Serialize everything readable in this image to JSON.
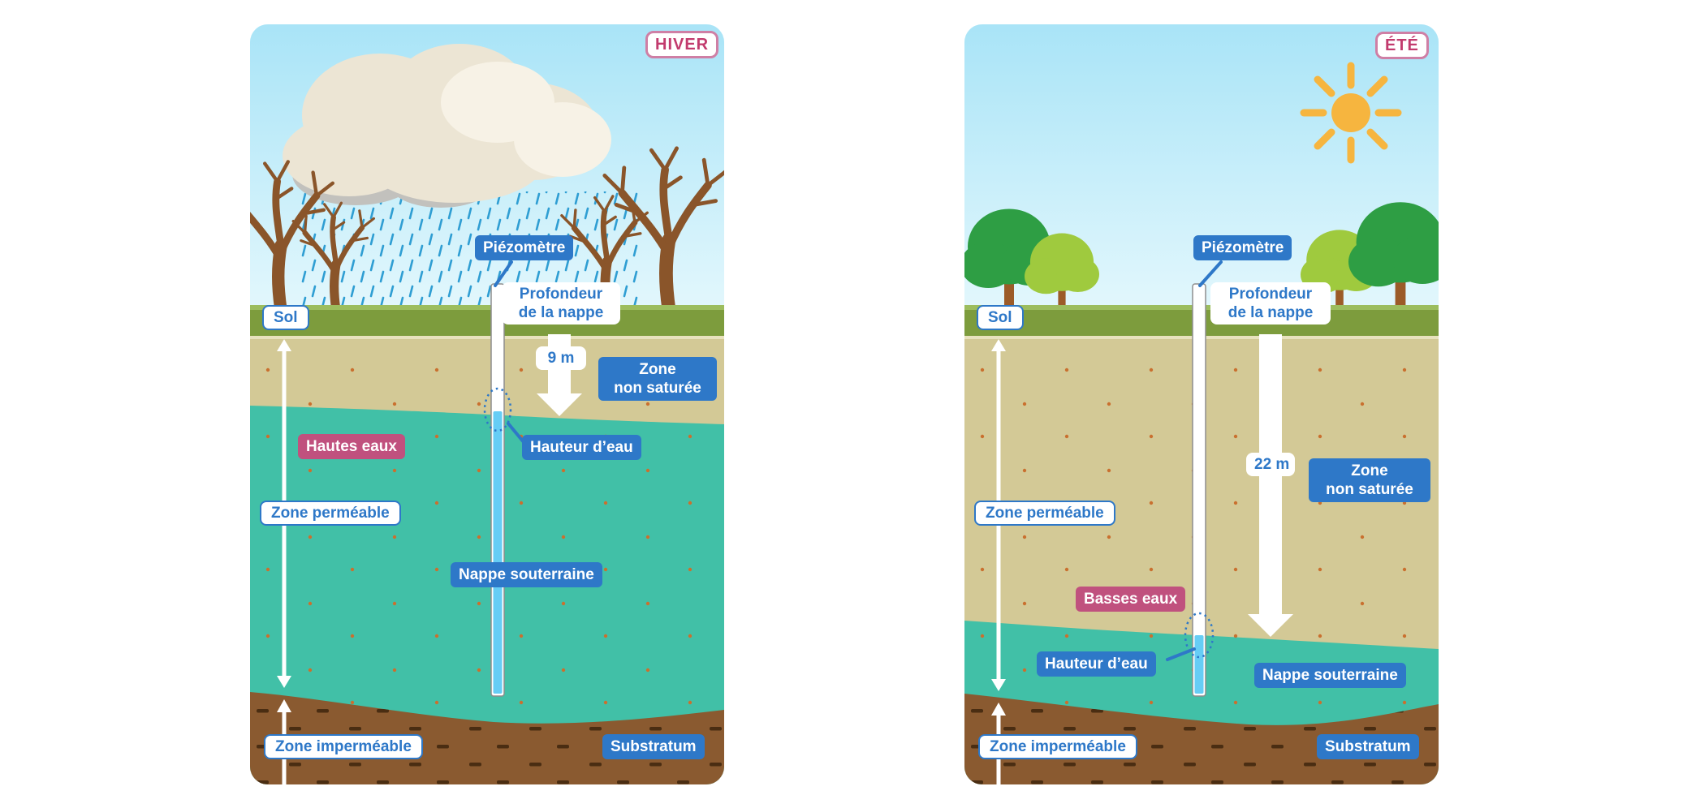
{
  "colors": {
    "label_blue": "#2e78c8",
    "label_pink": "#c0517e",
    "season_pink": "#c23b6e",
    "sky_top": "#a9e4f7",
    "grass_green": "#7d9c3d",
    "soil_tan": "#d3c996",
    "aquifer_teal": "#41c0a7",
    "substratum_brown": "#8a5a30",
    "pipe_water_blue": "#66cdf5",
    "sun_orange": "#f6b53f",
    "rain_blue": "#2f9ed3"
  },
  "panels": [
    {
      "season": "HIVER",
      "weather": "rain-cloud",
      "water_level": "high",
      "depth": "9 m",
      "labels": {
        "sol": "Sol",
        "piezometre": "Piézomètre",
        "profondeur_line1": "Profondeur",
        "profondeur_line2": "de la nappe",
        "zone_non_saturee_line1": "Zone",
        "zone_non_saturee_line2": "non saturée",
        "eaux": "Hautes eaux",
        "hauteur_eau": "Hauteur d’eau",
        "zone_permeable": "Zone perméable",
        "nappe_souterraine": "Nappe souterraine",
        "zone_impermeable": "Zone imperméable",
        "substratum": "Substratum"
      }
    },
    {
      "season": "ÉTÉ",
      "weather": "sun",
      "water_level": "low",
      "depth": "22 m",
      "labels": {
        "sol": "Sol",
        "piezometre": "Piézomètre",
        "profondeur_line1": "Profondeur",
        "profondeur_line2": "de la nappe",
        "zone_non_saturee_line1": "Zone",
        "zone_non_saturee_line2": "non saturée",
        "eaux": "Basses eaux",
        "hauteur_eau": "Hauteur d’eau",
        "zone_permeable": "Zone perméable",
        "nappe_souterraine": "Nappe souterraine",
        "zone_impermeable": "Zone imperméable",
        "substratum": "Substratum"
      }
    }
  ]
}
